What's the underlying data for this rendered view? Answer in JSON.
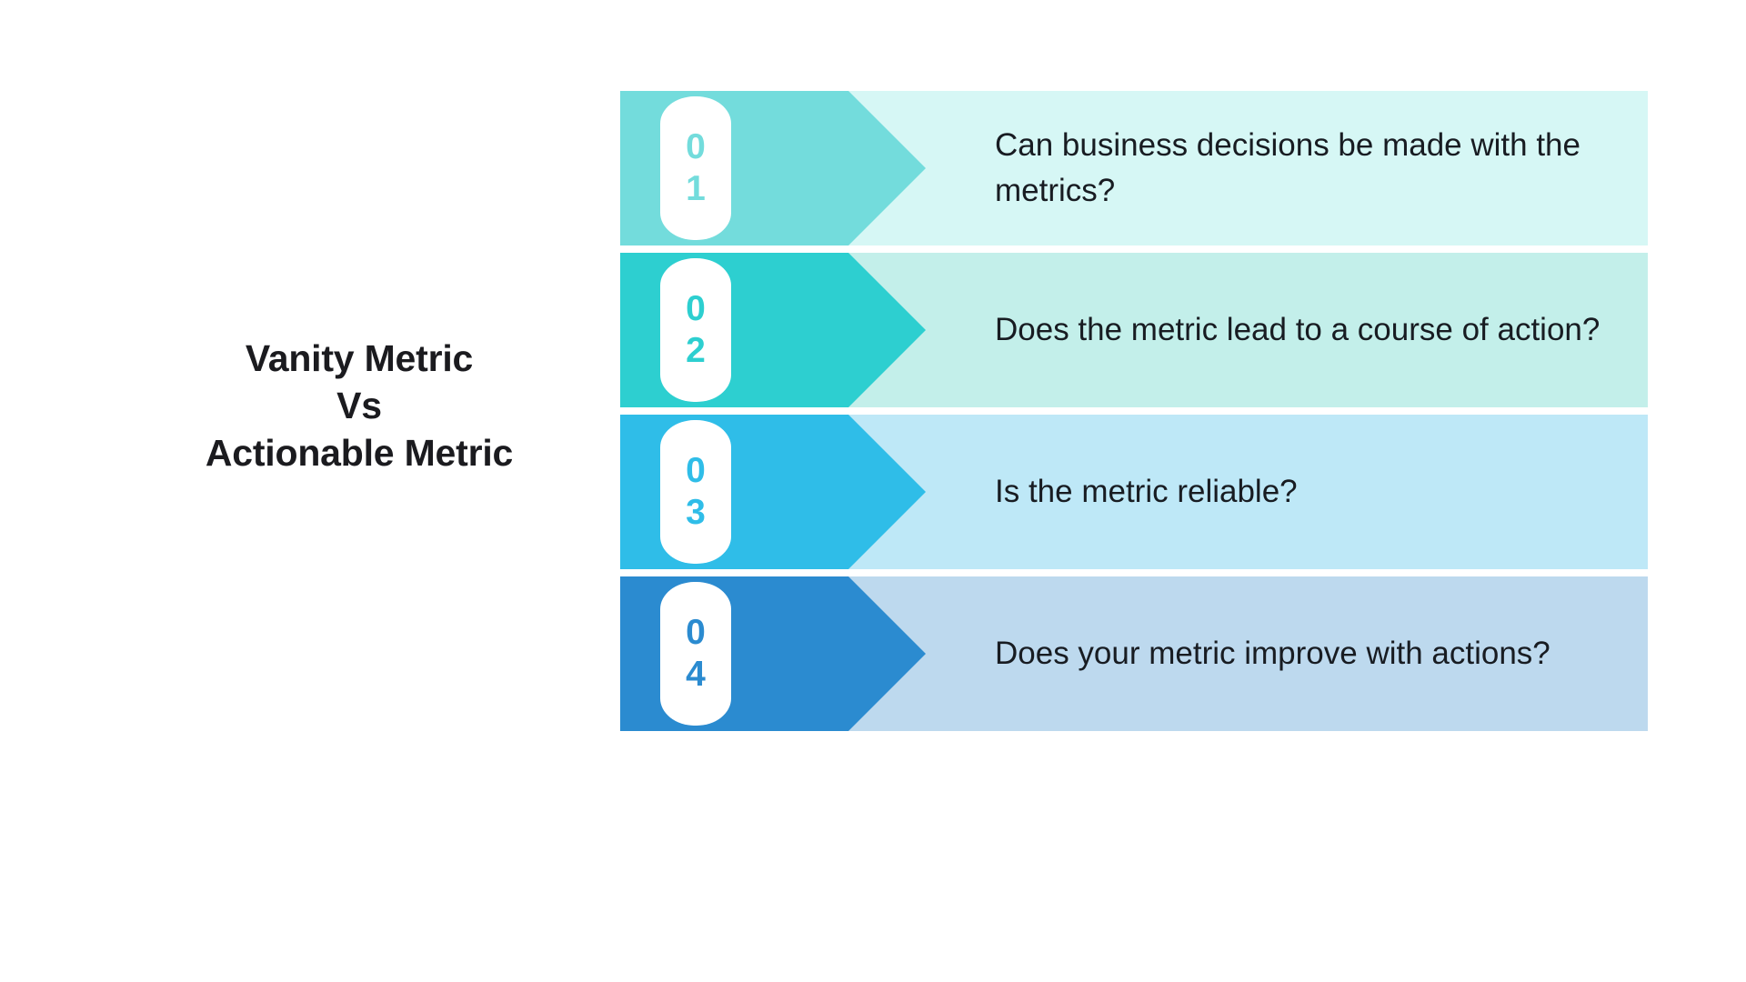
{
  "title": {
    "line1": "Vanity Metric",
    "line2": "Vs",
    "line3": "Actionable Metric",
    "color": "#1b1b1f"
  },
  "background_color": "#ffffff",
  "rows": [
    {
      "number": "01",
      "digit_top": "0",
      "digit_bottom": "1",
      "text": "Can business decisions be made with the metrics?",
      "marker_color": "#73dcdc",
      "panel_color": "#d6f7f5",
      "digit_color": "#73dcdc"
    },
    {
      "number": "02",
      "digit_top": "0",
      "digit_bottom": "2",
      "text": "Does the metric lead to a course of action?",
      "marker_color": "#2dcfd0",
      "panel_color": "#c3efea",
      "digit_color": "#2dcfd0"
    },
    {
      "number": "03",
      "digit_top": "0",
      "digit_bottom": "3",
      "text": "Is the metric reliable?",
      "marker_color": "#2fbde8",
      "panel_color": "#bee8f7",
      "digit_color": "#2fbde8"
    },
    {
      "number": "04",
      "digit_top": "0",
      "digit_bottom": "4",
      "text": "Does your metric improve with actions?",
      "marker_color": "#2b8bd0",
      "panel_color": "#bdd9ee",
      "digit_color": "#2b8bd0"
    }
  ]
}
